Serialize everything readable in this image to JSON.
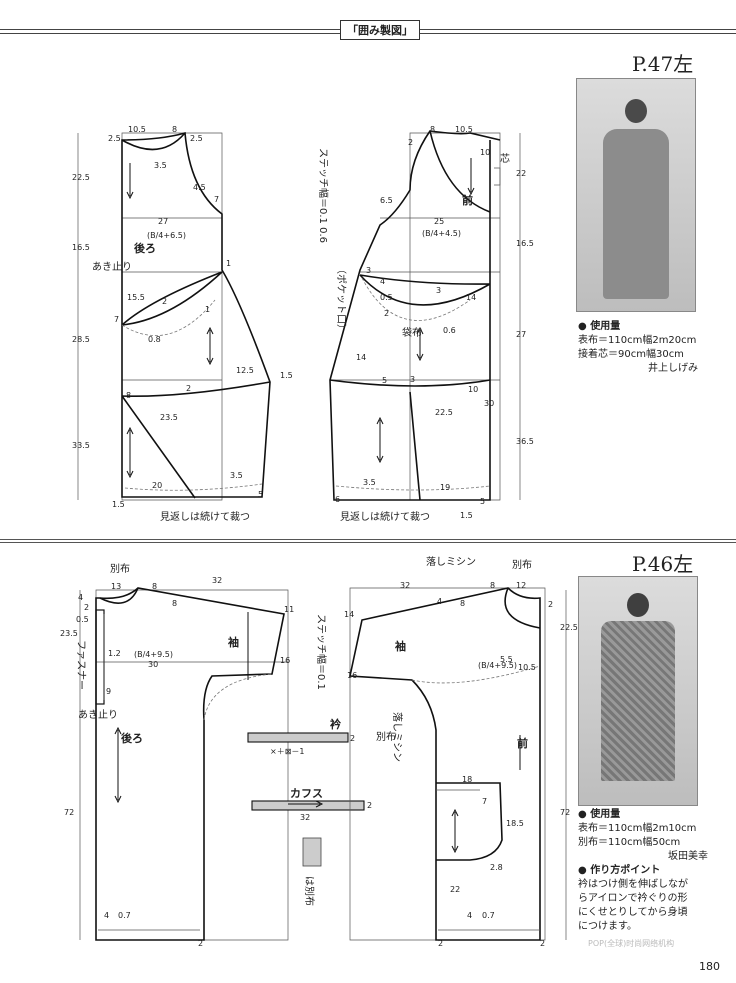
{
  "header": {
    "title": "「囲み製図」"
  },
  "top": {
    "page_ref": "P.47左",
    "materials_title": "● 使用量",
    "materials": [
      "表布＝110cm幅2m20cm",
      "接着芯＝90cm幅30cm"
    ],
    "designer": "井上しげみ",
    "back_label": "後ろ",
    "front_label": "前",
    "pocket_label": "袋布",
    "opening_label": "あき止り",
    "pocket_mouth": "（ポケット口）",
    "stitch_label": "ステッチ幅＝0.1 0.6",
    "core_label": "芯",
    "facing_note": "見返しは続けて裁つ",
    "dims_back": [
      "10.5",
      "8",
      "2.5",
      "2.5",
      "22.5",
      "3.5",
      "4.5",
      "7",
      "27",
      "(B/4+6.5)",
      "16.5",
      "1",
      "15.5",
      "2",
      "7",
      "0.8",
      "28.5",
      "1",
      "12.5",
      "1.5",
      "8",
      "2",
      "23.5",
      "33.5",
      "3.5",
      "20",
      "5",
      "1.5"
    ],
    "dims_front": [
      "10.5",
      "8",
      "2",
      "10",
      "22",
      "6.5",
      "25",
      "(B/4+4.5)",
      "16.5",
      "3",
      "4",
      "0.5",
      "3",
      "14",
      "2",
      "0.6",
      "27",
      "14",
      "5",
      "3",
      "22.5",
      "10",
      "30",
      "36.5",
      "3.5",
      "19",
      "6",
      "5",
      "1.5"
    ]
  },
  "bottom": {
    "page_ref": "P.46左",
    "materials_title": "● 使用量",
    "materials": [
      "表布＝110cm幅2m10cm",
      "別布＝110cm幅50cm"
    ],
    "designer": "坂田美幸",
    "tips_title": "● 作り方ポイント",
    "tips": [
      "衿はつけ側を伸ばしなが",
      "らアイロンで衿ぐりの形",
      "にくせとりしてから身頃",
      "につけます。"
    ],
    "back_label": "後ろ",
    "front_label": "前",
    "sleeve_label": "袖",
    "sleeve_label_front": "袖",
    "zipper_label": "ファスナー",
    "opening_label": "あき止り",
    "separate_cloth": "別布",
    "separate_cloth_front": "別布",
    "separate_cloth_collar": "別布",
    "drop_stitch": "落しミシン",
    "drop_stitch_side": "落しミシン",
    "stitch_label": "ステッチ幅＝0.1",
    "collar_label": "衿",
    "collar_dim": "×＋⊠－1",
    "cuffs_label": "カフス",
    "cuffs_dim": "32",
    "bias_label": "は別布",
    "dims_back": [
      "13",
      "8",
      "32",
      "4",
      "2",
      "8",
      "11",
      "23.5",
      "0.5",
      "1.2",
      "(B/4+9.5)",
      "30",
      "16",
      "9",
      "72",
      "4",
      "0.7",
      "2"
    ],
    "dims_front": [
      "32",
      "8",
      "12",
      "14",
      "2",
      "4",
      "8",
      "22.5",
      "5.5",
      "10.5",
      "16",
      "(B/4+9.5)",
      "18",
      "7",
      "18.5",
      "2.8",
      "22",
      "72",
      "4",
      "0.7",
      "2",
      "2"
    ],
    "collar_side": "2",
    "cuffs_side": "2"
  },
  "page_number": "180",
  "watermark": "POP(全球)时尚网络机构"
}
